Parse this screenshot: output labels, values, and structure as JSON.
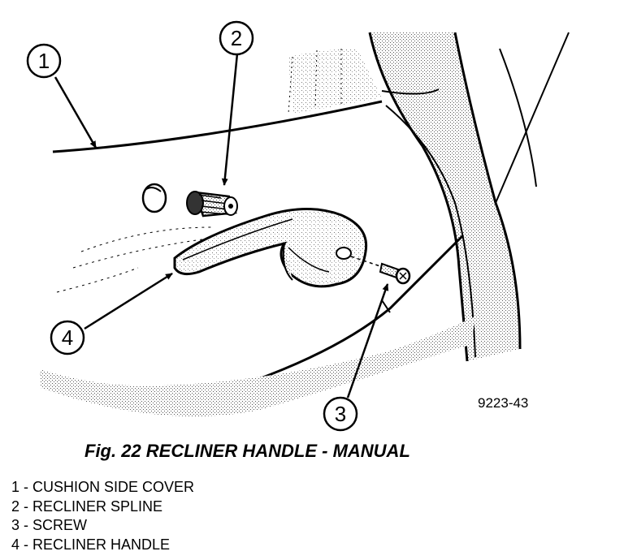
{
  "figure": {
    "code": "9223-43",
    "caption": "Fig. 22 RECLINER HANDLE - MANUAL"
  },
  "callouts": [
    {
      "num": "1"
    },
    {
      "num": "2"
    },
    {
      "num": "3"
    },
    {
      "num": "4"
    }
  ],
  "legend": [
    "1 - CUSHION SIDE COVER",
    "2 - RECLINER SPLINE",
    "3 - SCREW",
    "4 - RECLINER HANDLE"
  ]
}
